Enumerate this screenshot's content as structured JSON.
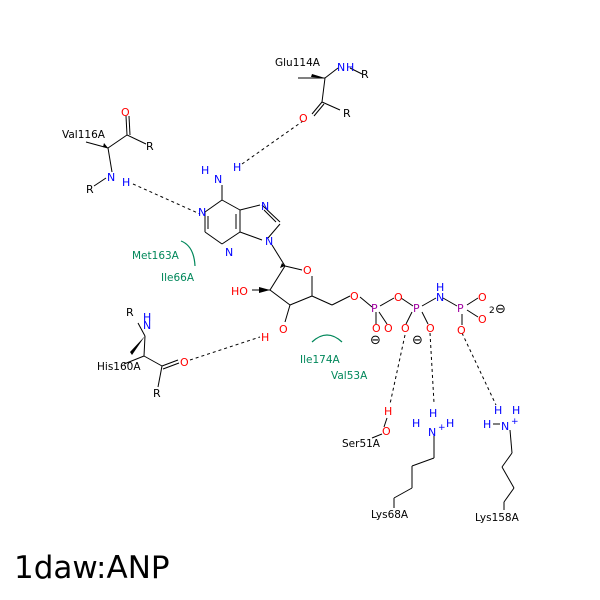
{
  "title": "1daw:ANP",
  "colors": {
    "bond": "#000000",
    "nitrogen": "#0000ff",
    "oxygen": "#ff0000",
    "phosphorus": "#a000a0",
    "hydrophobic": "#00875a",
    "hbond": "#000000"
  },
  "labels": {
    "charge_minus": "⊖",
    "charge_plus": "+",
    "two": "2"
  },
  "residues": {
    "glu114": "Glu114A",
    "val116": "Val116A",
    "his160": "His160A",
    "ser51": "Ser51A",
    "lys68": "Lys68A",
    "lys158": "Lys158A"
  },
  "hydrophobic_residues": {
    "met163": "Met163A",
    "ile66": "Ile66A",
    "ile174": "Ile174A",
    "val53": "Val53A"
  },
  "atoms": {
    "N": "N",
    "H": "H",
    "O": "O",
    "R": "R",
    "P": "P",
    "HO": "HO"
  }
}
